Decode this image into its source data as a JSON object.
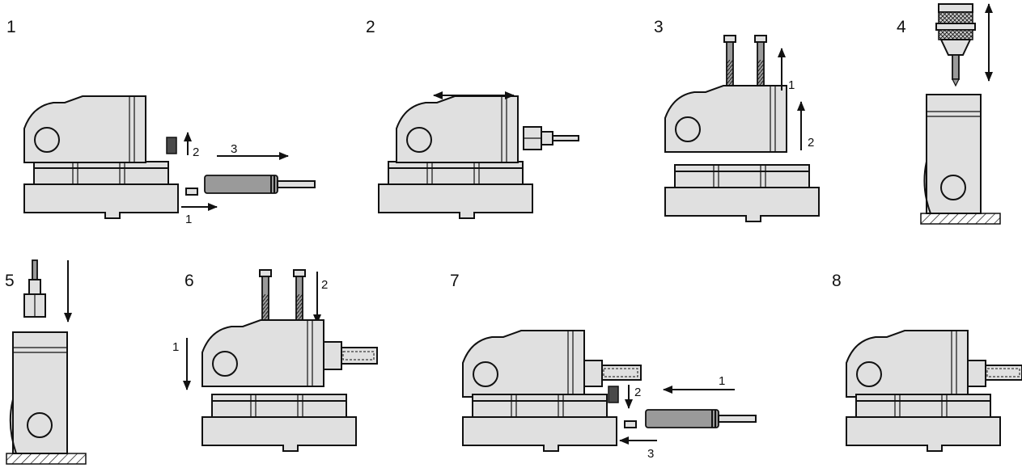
{
  "steps": [
    {
      "number": "1",
      "labels": [
        "2",
        "3",
        "1"
      ]
    },
    {
      "number": "2",
      "labels": []
    },
    {
      "number": "3",
      "labels": [
        "1",
        "2"
      ]
    },
    {
      "number": "4",
      "labels": []
    },
    {
      "number": "5",
      "labels": []
    },
    {
      "number": "6",
      "labels": [
        "2",
        "1"
      ]
    },
    {
      "number": "7",
      "labels": [
        "1",
        "2",
        "3"
      ]
    },
    {
      "number": "8",
      "labels": []
    }
  ],
  "colors": {
    "part_fill": "#e0e0e0",
    "outline": "#111111",
    "dark_part": "#4a4a4a",
    "screw_shaft": "#9a9a9a"
  }
}
